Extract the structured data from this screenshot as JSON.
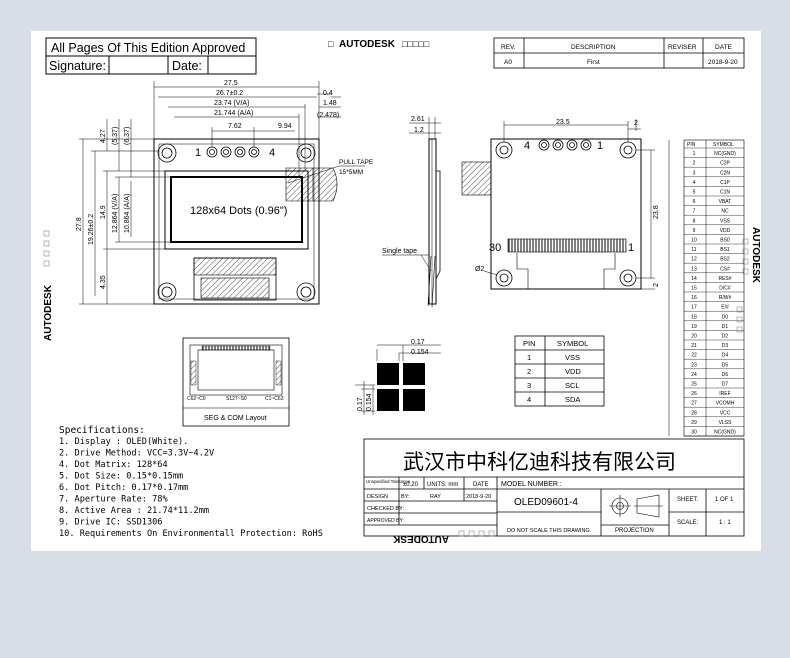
{
  "header": {
    "approval": "All Pages Of This Edition Approved",
    "signature_label": "Signature:",
    "date_label": "Date:",
    "autodesk": "AUTODESK",
    "squares": "□□□□□"
  },
  "revision": {
    "headers": [
      "REV.",
      "DESCRIPTION",
      "REVISER",
      "DATE"
    ],
    "row": [
      "A0",
      "First",
      "",
      "2018-9-20"
    ]
  },
  "front_view": {
    "width_dims": [
      "27.5",
      "26.7±0.2",
      "23.74 (V/A)",
      "21.744 (A/A)",
      "7.62"
    ],
    "right_dims": [
      "0.4",
      "1.48",
      "(2.478)",
      "9.94"
    ],
    "height_dims": [
      "27.8",
      "19.26±0.2",
      "14.9",
      "12.864 (V/A)",
      "10.864 (A/A)",
      "4.27",
      "(5.37)",
      "(6.37)",
      "4.35"
    ],
    "pin_labels": [
      "1",
      "4"
    ],
    "display_text": "128x64 Dots (0.96\")",
    "pull_tape": "PULL TAPE",
    "pull_tape_size": "15*5MM"
  },
  "side_view": {
    "dims": [
      "2.61",
      "1.2"
    ],
    "single_tape": "Single tape"
  },
  "back_view": {
    "dims": [
      "23.5",
      "2",
      "23.8",
      "2"
    ],
    "pin_labels": [
      "4",
      "1"
    ],
    "fpc_left": "30",
    "fpc_right": "1",
    "hole_label": "Ø2"
  },
  "seg_layout": {
    "labels": [
      "C62~C0",
      "S127~S0",
      "C1~C63"
    ],
    "caption": "SEG & COM Layout"
  },
  "dot_detail": {
    "dims": [
      "0.17",
      "0.154",
      "0.17",
      "0.154"
    ]
  },
  "pin_table": {
    "headers": [
      "PIN",
      "SYMBOL"
    ],
    "rows": [
      [
        "1",
        "VSS"
      ],
      [
        "2",
        "VDD"
      ],
      [
        "3",
        "SCL"
      ],
      [
        "4",
        "SDA"
      ]
    ]
  },
  "specs": {
    "title": "Specifications:",
    "items": [
      "1.  Display :   OLED(White).",
      "2.  Drive Method:  VCC=3.3V~4.2V",
      "4.  Dot Matrix:   128*64",
      "5.  Dot Size:   0.15*0.15mm",
      "6.  Dot Pitch:   0.17*0.17mm",
      "7.  Aperture Rate:   78%",
      "8.  Active Area :  21.74*11.2mm",
      "9.  Drive IC:  SSD1306",
      "10.  Requirements On Environmentall Protection: RoHS"
    ]
  },
  "symbol_table": {
    "headers": [
      "PIN",
      "SYMBOL"
    ],
    "rows": [
      [
        "1",
        "NC(GND)"
      ],
      [
        "2",
        "C2P"
      ],
      [
        "3",
        "C2N"
      ],
      [
        "4",
        "C1P"
      ],
      [
        "5",
        "C1N"
      ],
      [
        "6",
        "VBAT"
      ],
      [
        "7",
        "NC"
      ],
      [
        "8",
        "VSS"
      ],
      [
        "9",
        "VDD"
      ],
      [
        "10",
        "BS0"
      ],
      [
        "11",
        "BS1"
      ],
      [
        "12",
        "BS2"
      ],
      [
        "13",
        "CS#"
      ],
      [
        "14",
        "RES#"
      ],
      [
        "15",
        "D/C#"
      ],
      [
        "16",
        "R/W#"
      ],
      [
        "17",
        "E/#"
      ],
      [
        "18",
        "D0"
      ],
      [
        "19",
        "D1"
      ],
      [
        "20",
        "D2"
      ],
      [
        "21",
        "D3"
      ],
      [
        "22",
        "D4"
      ],
      [
        "23",
        "D5"
      ],
      [
        "24",
        "D6"
      ],
      [
        "25",
        "D7"
      ],
      [
        "26",
        "IREF"
      ],
      [
        "27",
        "VCOMH"
      ],
      [
        "28",
        "VCC"
      ],
      [
        "29",
        "VLSS"
      ],
      [
        "30",
        "NC(GND)"
      ]
    ]
  },
  "title_block": {
    "company": "武汉市中科亿迪科技有限公司",
    "tolerance_label": "Unspecified Tolerance",
    "tolerance_value": "±0.20",
    "units_label": "UNITS: mm",
    "date_label": "DATE",
    "model_label": "MODEL NUMBER :",
    "design_label": "DESIGN",
    "by_label": "BY:",
    "designer": "RAY",
    "design_date": "2018-9-20",
    "model_number": "OLED09601-4",
    "sheet_label": "SHEET:",
    "sheet_value": "1  OF  1",
    "checked_label": "CHECKED  BY:",
    "approved_label": "APPROVED  BY:",
    "scale_label": "SCALE:",
    "scale_value": "1 : 1",
    "no_scale": "DO NOT SCALE THIS DRAWING.",
    "projection": "PROJECTION"
  },
  "side_labels": {
    "left": "AUTODESK",
    "right": "AUTODESK",
    "bottom": "AUTODESK"
  }
}
